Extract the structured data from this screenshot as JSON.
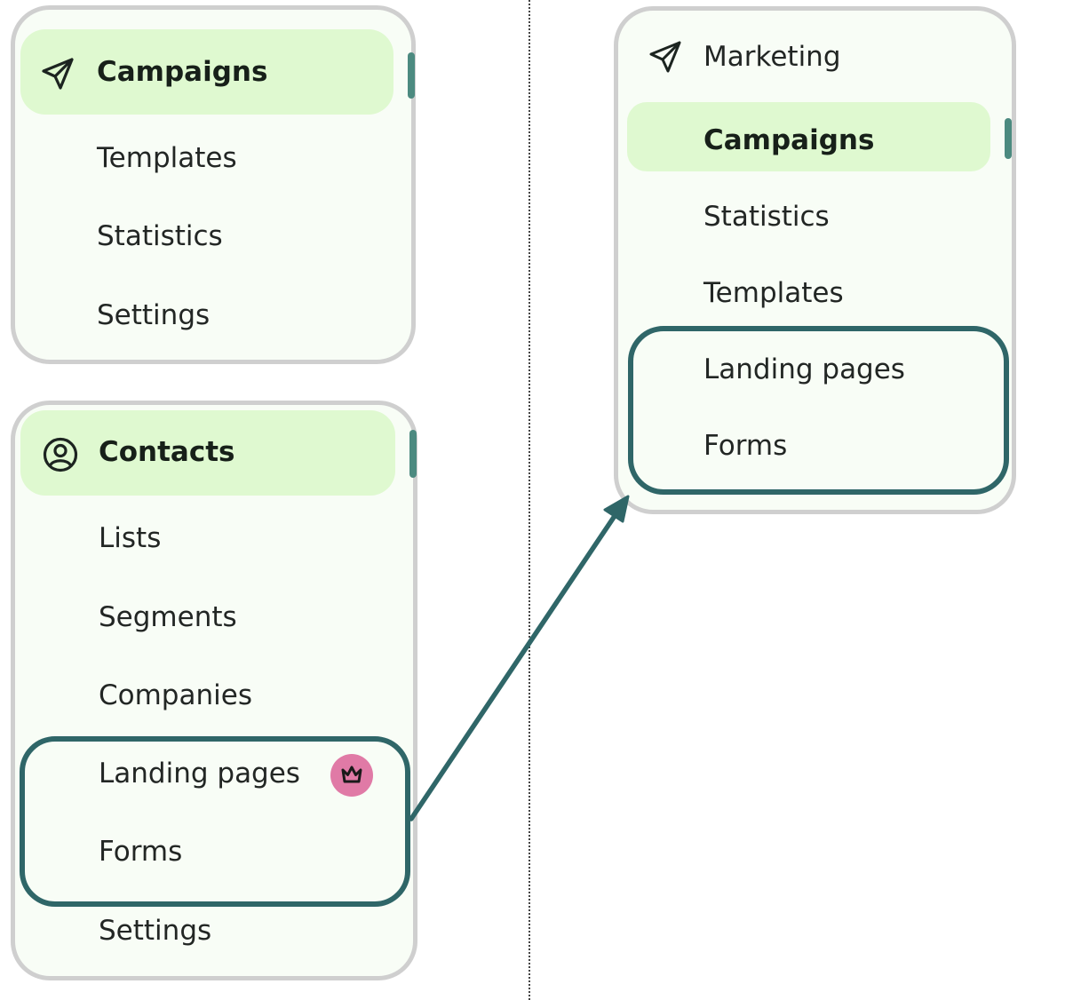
{
  "menu_campaigns": {
    "title": "Campaigns",
    "title_icon": "send-icon",
    "items": [
      "Templates",
      "Statistics",
      "Settings"
    ]
  },
  "menu_contacts": {
    "title": "Contacts",
    "title_icon": "user-circle-icon",
    "items": [
      "Lists",
      "Segments",
      "Companies",
      "Landing pages",
      "Forms",
      "Settings"
    ],
    "premium_badge_icon": "crown-icon",
    "premium_badge_color": "#e07aa6"
  },
  "menu_marketing": {
    "title": "Marketing",
    "title_icon": "send-icon",
    "items": [
      "Campaigns",
      "Statistics",
      "Templates",
      "Landing pages",
      "Forms"
    ]
  },
  "colors": {
    "panel_bg": "#f8fdf6",
    "active_bg": "#dff9d0",
    "highlight": "#2f6668",
    "panel_border": "#cfcfcf"
  }
}
